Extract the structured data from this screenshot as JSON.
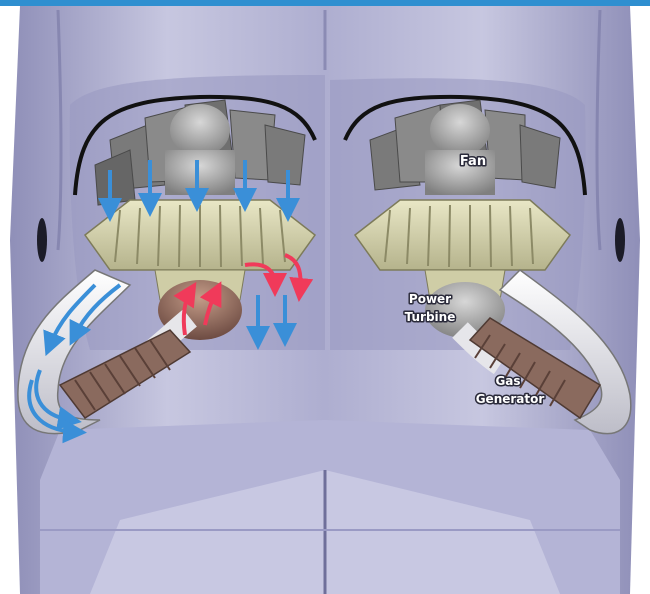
{
  "labels": {
    "fan": "Fan",
    "power_turbine_line1": "Power",
    "power_turbine_line2": "Turbine",
    "gas_generator_line1": "Gas",
    "gas_generator_line2": "Generator"
  },
  "colors": {
    "top_bar": "#2f8fd0",
    "fuselage": "#b9b9d9",
    "fuselage_dark": "#8f8fb8",
    "fuselage_light": "#dcdcec",
    "rotor_blades": "#7a7a7a",
    "hub_gray": "#a9a9a9",
    "turbine_ring": "#d8d6b0",
    "gas_generator": "#8a6a5e",
    "duct": "#e8e8ee",
    "cold_airflow": "#3a8fd8",
    "hot_airflow": "#f03a5a"
  },
  "icons": {
    "cold_flow": "down-arrow-icon",
    "hot_flow": "up-arrow-icon"
  }
}
